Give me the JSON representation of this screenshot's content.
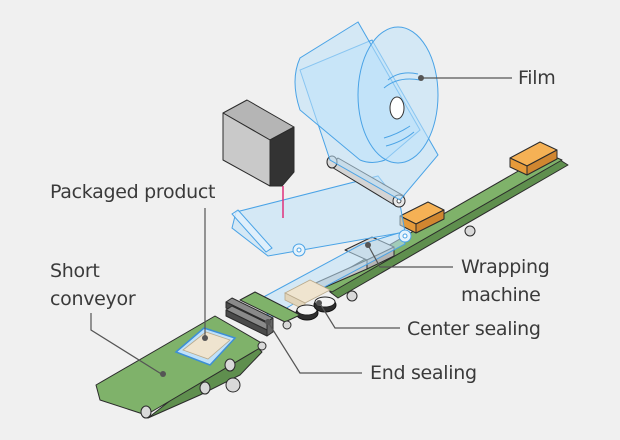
{
  "title": "Packaging line with wrapping machine",
  "labels": {
    "film": "Film",
    "packaged_product": "Packaged product",
    "short_conveyor_line1": "Short",
    "short_conveyor_line2": "conveyor",
    "wrapping_machine_line1": "Wrapping",
    "wrapping_machine_line2": "machine",
    "center_sealing": "Center sealing",
    "end_sealing": "End sealing"
  },
  "colors": {
    "background": "#f0f0f0",
    "conveyor_green": "#7fb26a",
    "product_orange": "#f5b155",
    "film_blue": "#bfe1fa",
    "laser_magenta": "#e0307a",
    "label_text": "#3a3a3a"
  }
}
